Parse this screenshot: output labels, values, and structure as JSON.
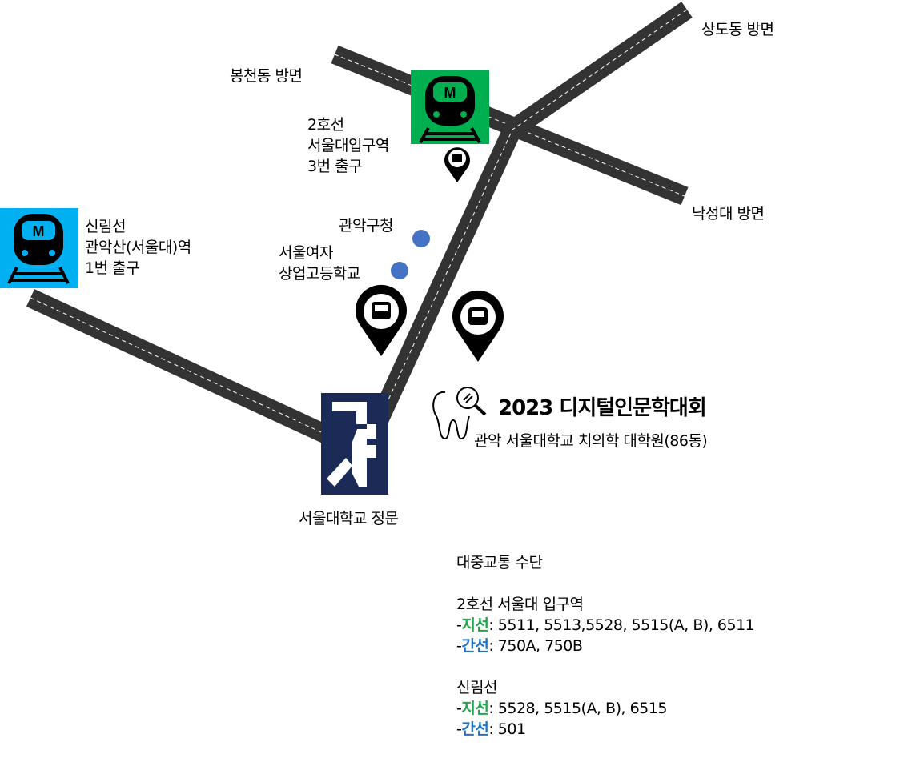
{
  "directions": {
    "sangdo": "상도동 방면",
    "bongcheon": "봉천동 방면",
    "nakseongdae": "낙성대 방면"
  },
  "stations": {
    "line2": [
      "2호선",
      "서울대입구역",
      "3번 출구"
    ],
    "sillim": [
      "신림선",
      "관악산(서울대)역",
      "1번 출구"
    ]
  },
  "landmarks": {
    "gwanak_office": "관악구청",
    "girls_school": [
      "서울여자",
      "상업고등학교"
    ],
    "snu_gate": "서울대학교 정문"
  },
  "event": {
    "title": "2023 디지털인문학대회",
    "venue": "관악 서울대학교 치의학 대학원(86동)"
  },
  "transit": {
    "heading": "대중교통 수단",
    "sections": [
      {
        "name": "2호선 서울대 입구역",
        "branch_label": "지선",
        "branch": ": 5511, 5513,5528, 5515(A, B), 6511",
        "trunk_label": "간선",
        "trunk": ": 750A, 750B"
      },
      {
        "name": "신림선",
        "branch_label": "지선",
        "branch": ": 5528, 5515(A, B), 6515",
        "trunk_label": "간선",
        "trunk": ": 501"
      }
    ]
  },
  "colors": {
    "road": "#333333",
    "line2": "#00b050",
    "sillim": "#00b0f0",
    "snu": "#1b2a57",
    "dot": "#4472c4",
    "branch": "#1aa84a",
    "trunk": "#1e73c8"
  }
}
